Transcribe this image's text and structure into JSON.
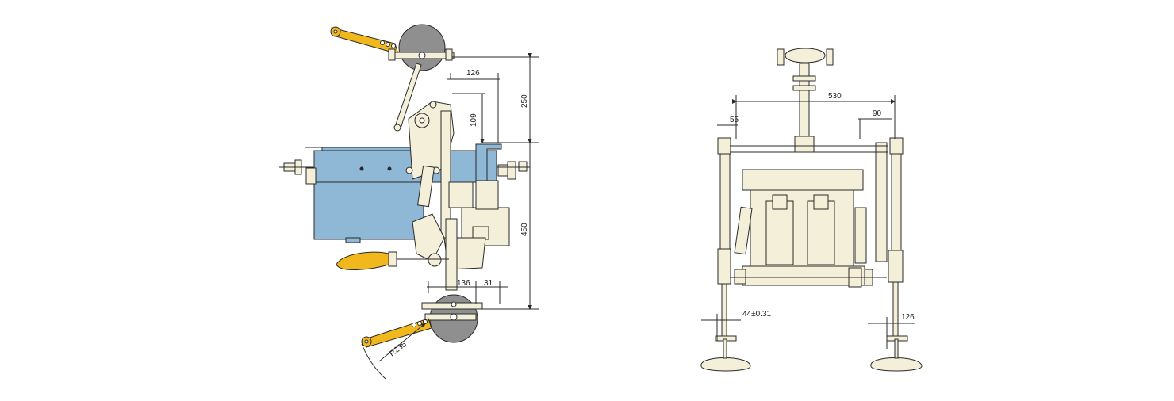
{
  "colors": {
    "rule": "#6f6f6f",
    "line": "#2a2a2a",
    "body_blue": "#8fb8d6",
    "handle_yellow": "#f1b81d",
    "part_cream": "#f4efd9",
    "wheel_gray": "#8f8f8f"
  },
  "side_view": {
    "dimensions": {
      "d126_top": "126",
      "d109": "109",
      "d250": "250",
      "d450": "450",
      "d136": "136",
      "d31": "31",
      "radius": "R235"
    }
  },
  "front_view": {
    "dimensions": {
      "d530": "530",
      "d55": "55",
      "d90": "90",
      "tolerance": "44±0.31",
      "d126_bottom": "126"
    }
  }
}
